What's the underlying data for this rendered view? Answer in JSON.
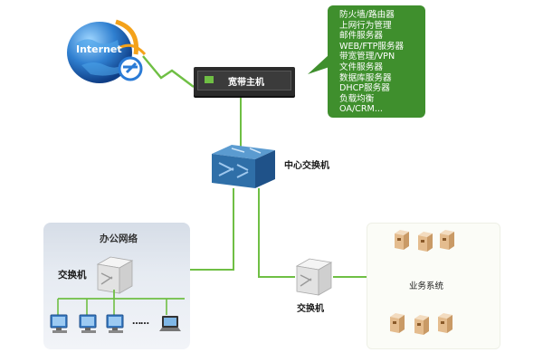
{
  "internet": {
    "label": "Internet"
  },
  "server": {
    "label": "宽带主机"
  },
  "services": {
    "items": [
      "防火墙/路由器",
      "上网行为管理",
      "邮件服务器",
      "WEB/FTP服务器",
      "带宽管理/VPN",
      "文件服务器",
      "数据库服务器",
      "DHCP服务器",
      "负载均衡",
      "OA/CRM..."
    ]
  },
  "core_switch": {
    "label": "中心交换机"
  },
  "office": {
    "title": "办公网络",
    "switch_label": "交换机",
    "more": "……"
  },
  "branch_switch": {
    "label": "交换机"
  },
  "business": {
    "label": "业务系统"
  },
  "colors": {
    "link": "#6fbf44",
    "service_box": "#3f8f2d",
    "switch_blue": "#2f6fa8",
    "server_dark": "#2b2b2b"
  }
}
